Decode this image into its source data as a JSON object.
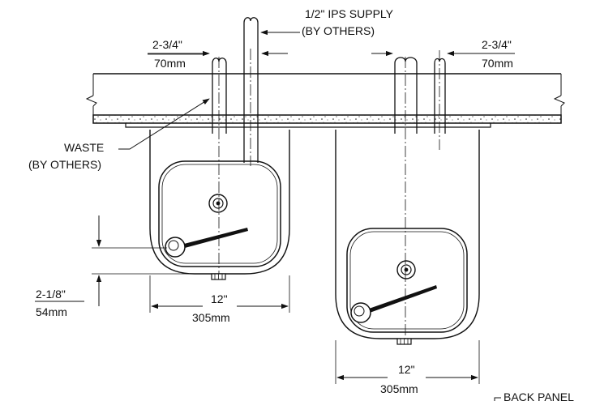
{
  "labels": {
    "supply_line1": "1/2\" IPS SUPPLY",
    "supply_line2": "(BY OTHERS)",
    "left_offset_imperial": "2-3/4\"",
    "left_offset_metric": "70mm",
    "right_offset_imperial": "2-3/4\"",
    "right_offset_metric": "70mm",
    "waste_line1": "WASTE",
    "waste_line2": "(BY OTHERS)",
    "height_imperial": "2-1/8\"",
    "height_metric": "54mm",
    "left_width_imperial": "12\"",
    "left_width_metric": "305mm",
    "right_width_imperial": "12\"",
    "right_width_metric": "305mm",
    "back_panel": "BACK PANEL"
  },
  "colors": {
    "line": "#111111",
    "background": "#ffffff"
  }
}
